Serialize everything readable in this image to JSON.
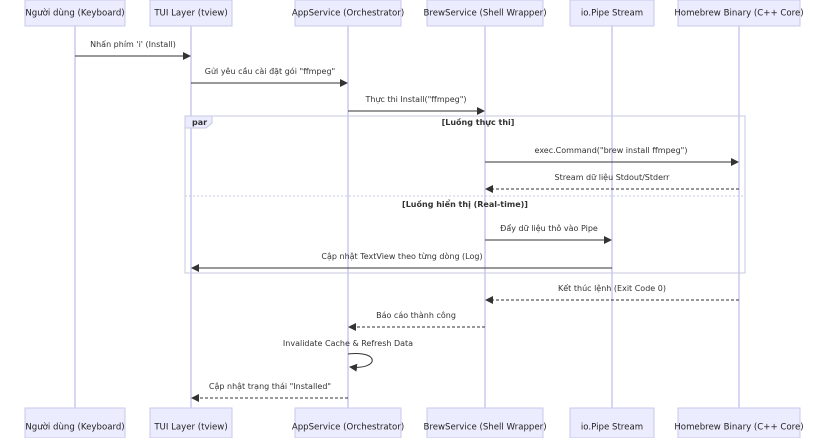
{
  "participants": [
    "Người dùng (Keyboard)",
    "TUI Layer (tview)",
    "AppService (Orchestrator)",
    "BrewService (Shell Wrapper)",
    "io.Pipe Stream",
    "Homebrew Binary (C++ Core)"
  ],
  "messages": [
    {
      "from": 0,
      "to": 1,
      "text": "Nhấn phím 'i' (Install)",
      "dashed": false
    },
    {
      "from": 1,
      "to": 2,
      "text": "Gửi yêu cầu cài đặt gói \"ffmpeg\"",
      "dashed": false
    },
    {
      "from": 2,
      "to": 3,
      "text": "Thực thi Install(\"ffmpeg\")",
      "dashed": false
    },
    {
      "from": 3,
      "to": 5,
      "text": "exec.Command(\"brew install ffmpeg\")",
      "dashed": false
    },
    {
      "from": 5,
      "to": 3,
      "text": "Stream dữ liệu Stdout/Stderr",
      "dashed": true
    },
    {
      "from": 3,
      "to": 4,
      "text": "Đẩy dữ liệu thô vào Pipe",
      "dashed": false
    },
    {
      "from": 4,
      "to": 1,
      "text": "Cập nhật TextView theo từng dòng (Log)",
      "dashed": false
    },
    {
      "from": 5,
      "to": 3,
      "text": "Kết thúc lệnh (Exit Code 0)",
      "dashed": true
    },
    {
      "from": 3,
      "to": 2,
      "text": "Báo cáo thành công",
      "dashed": true
    },
    {
      "from": 2,
      "to": 2,
      "text": "Invalidate Cache & Refresh Data",
      "dashed": false
    },
    {
      "from": 2,
      "to": 1,
      "text": "Cập nhật trạng thái \"Installed\"",
      "dashed": true
    }
  ],
  "par_block": {
    "keyword": "par",
    "sections": [
      "[Luồng thực thi]",
      "[Luồng hiển thị (Real-time)]"
    ]
  }
}
